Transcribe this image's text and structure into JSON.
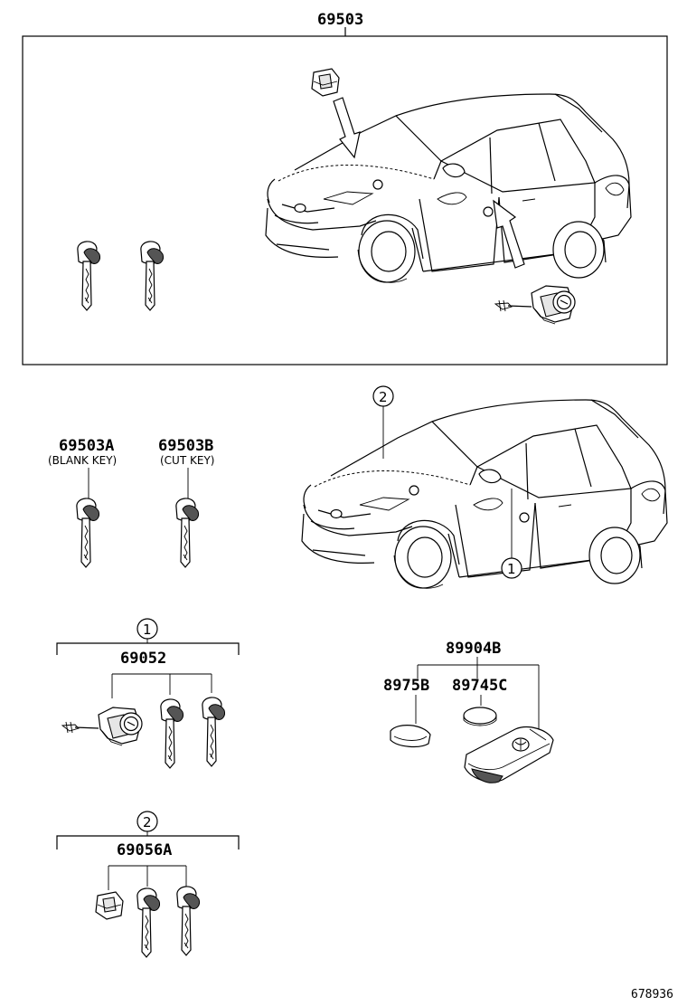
{
  "parts": {
    "main_assembly": "69503",
    "blank_key": "69503A",
    "blank_key_note": "(BLANK KEY)",
    "cut_key": "69503B",
    "cut_key_note": "(CUT KEY)",
    "door_lock_set": "69052",
    "ignition_set": "69056A",
    "transmitter": "89904B",
    "transmitter_case": "8975B",
    "battery": "89745C"
  },
  "callouts": {
    "one": "1",
    "two": "2"
  },
  "reference_number": "678936",
  "colors": {
    "line": "#000000",
    "background": "#ffffff"
  }
}
